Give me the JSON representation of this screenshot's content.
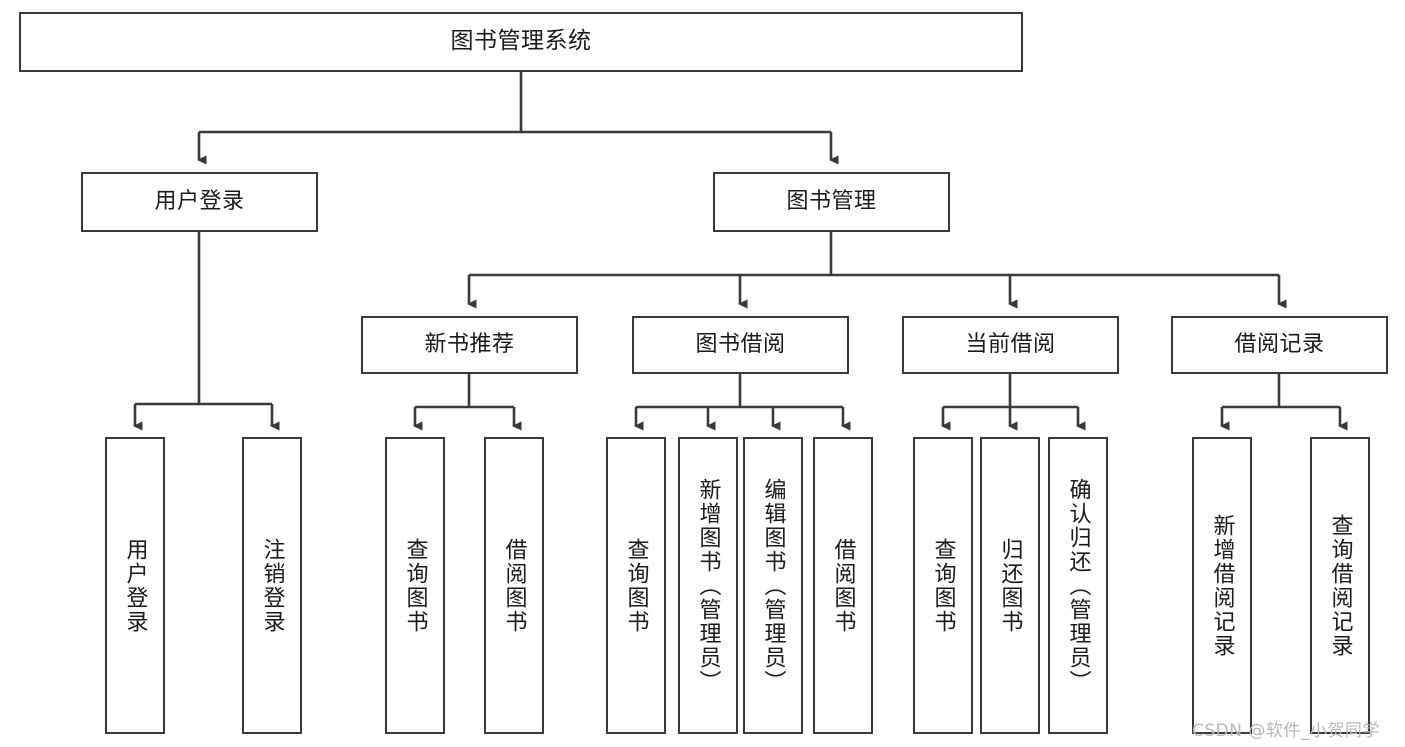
{
  "diagram": {
    "title": "图书管理系统",
    "type": "tree-hierarchy",
    "orientation": "top-down",
    "colors": {
      "box_stroke": "#3a3a3a",
      "box_fill": "#ffffff",
      "connector": "#3a3a3a",
      "text": "#1a1a1a",
      "watermark": "#b8b8b8",
      "background": "#ffffff"
    },
    "root": {
      "label": "图书管理系统"
    },
    "level2": [
      {
        "label": "用户登录"
      },
      {
        "label": "图书管理"
      }
    ],
    "level3": [
      {
        "label": "新书推荐"
      },
      {
        "label": "图书借阅"
      },
      {
        "label": "当前借阅"
      },
      {
        "label": "借阅记录"
      }
    ],
    "leaves": {
      "user_login": [
        {
          "label": "用户登录"
        },
        {
          "label": "注销登录"
        }
      ],
      "new_book_recommend": [
        {
          "label": "查询图书"
        },
        {
          "label": "借阅图书"
        }
      ],
      "book_borrow": [
        {
          "label": "查询图书"
        },
        {
          "label": "新增图书（管理员）"
        },
        {
          "label": "编辑图书（管理员）"
        },
        {
          "label": "借阅图书"
        }
      ],
      "current_borrow": [
        {
          "label": "查询图书"
        },
        {
          "label": "归还图书"
        },
        {
          "label": "确认归还（管理员）"
        }
      ],
      "borrow_record": [
        {
          "label": "新增借阅记录"
        },
        {
          "label": "查询借阅记录"
        }
      ]
    }
  },
  "watermark": {
    "text": "CSDN @软件_小贺同学"
  }
}
